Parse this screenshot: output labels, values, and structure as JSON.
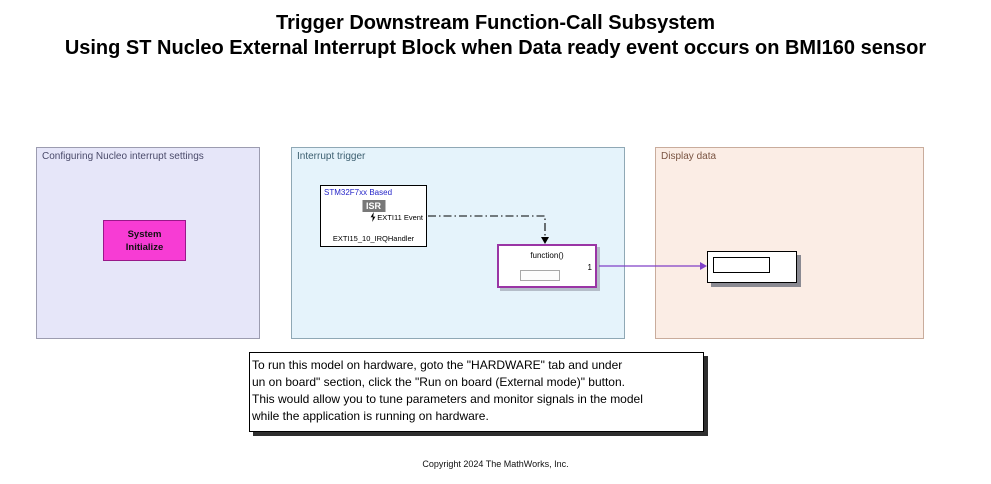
{
  "title": {
    "line1": "Trigger Downstream Function-Call Subsystem",
    "line2": "Using ST Nucleo External Interrupt Block when Data ready event occurs on BMI160 sensor"
  },
  "areas": {
    "config": {
      "label": "Configuring Nucleo interrupt settings"
    },
    "trigger": {
      "label": "Interrupt trigger"
    },
    "display": {
      "label": "Display data"
    }
  },
  "blocks": {
    "system_initialize": {
      "line1": "System",
      "line2": "Initialize"
    },
    "external_interrupt": {
      "title": "STM32F7xx Based",
      "isr_badge": "ISR",
      "output_port_label": "EXTI11 Event",
      "handler_label": "EXTI15_10_IRQHandler"
    },
    "function_call_subsystem": {
      "label": "function()",
      "output_port_number": "1"
    }
  },
  "note": {
    "lines": [
      "To run this model on hardware, goto the \"HARDWARE\" tab and under",
      "un on board\" section, click the \"Run on board (External mode)\" button.",
      "This would allow you to tune parameters and monitor signals in the model",
      "while the application is running on hardware."
    ]
  },
  "footer": {
    "copyright": "Copyright 2024 The MathWorks, Inc."
  },
  "colors": {
    "area_config_fill": "#e6e6f9",
    "area_trigger_fill": "#e5f3fb",
    "area_display_fill": "#fbede5",
    "system_initialize_fill": "#f73cd4",
    "function_call_border": "#9a35a5",
    "signal_purple": "#8040c8",
    "interrupt_title_blue": "#2424c8"
  }
}
